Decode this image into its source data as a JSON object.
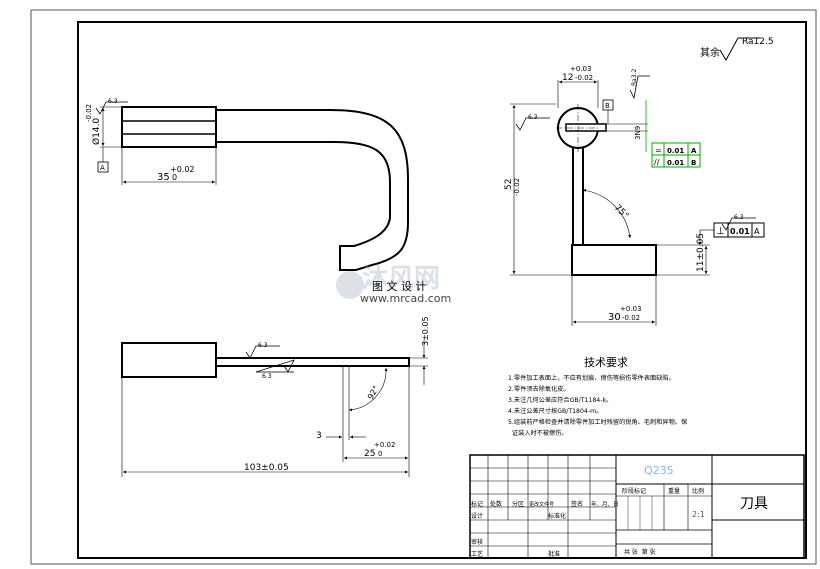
{
  "sheet": {
    "surface_roughness_note": "其余",
    "surface_roughness_value": "Ra12.5"
  },
  "views": {
    "front": {
      "roughness_label": "6.3",
      "dim_diameter": "Ø14.0",
      "dim_diameter_tol": "-0.02",
      "dim_length": "35",
      "dim_length_tol_upper": "+0.02",
      "dim_length_tol_lower": "0",
      "datum_label": "A"
    },
    "side": {
      "roughness_left": "6.3",
      "roughness_top": "Ra3.2",
      "dim_slot_width": "12",
      "dim_slot_width_tol_upper": "+0.03",
      "dim_slot_width_tol_lower": "-0.02",
      "dim_slot_depth": "3N9",
      "datum_b": "B",
      "fcf_rows": [
        {
          "symbol": "=",
          "value": "0.01",
          "datum": "A"
        },
        {
          "symbol": "//",
          "value": "0.01",
          "datum": "B"
        }
      ],
      "dim_height": "52",
      "dim_height_tol": "-0.02",
      "angle": "75°",
      "roughness_right": "6.3",
      "perp_symbol": "⊥",
      "perp_value": "0.01",
      "perp_datum": "A",
      "dim_base_height": "11±0.05",
      "dim_base_width": "30",
      "dim_base_width_tol_upper": "+0.03",
      "dim_base_width_tol_lower": "-0.02"
    },
    "top": {
      "roughness_a": "6.3",
      "roughness_b": "6.3",
      "dim_thickness": "3±0.05",
      "angle": "92°",
      "dim_tip": "3",
      "dim_tip_length": "25",
      "dim_tip_length_tol_upper": "+0.02",
      "dim_tip_length_tol_lower": "0",
      "dim_total": "103±0.05"
    }
  },
  "watermark": {
    "brand": "沐风网",
    "subtitle": "图 文 设 计",
    "url": "www.mrcad.com"
  },
  "technical_requirements": {
    "title": "技术要求",
    "items": [
      "1.零件加工表面上，不应有划痕、擦伤等损伤零件表面缺陷。",
      "2.零件须去除氧化皮。",
      "3.未注几何公差应符合GB/T1184-k。",
      "4.未注公差尺寸按GB/T1804-m。",
      "5.组装前严格检查并清除零件加工时残留的锐角、毛刺和异物。保",
      "  证装入时不被擦伤。"
    ]
  },
  "title_block": {
    "material": "Q235",
    "part_name": "刀具",
    "scale": "2:1",
    "headers": [
      "标记",
      "处数",
      "分区",
      "更改文件号",
      "签名",
      "年、月、日"
    ],
    "stage_mark_label": "阶段标记",
    "weight_label": "重量",
    "scale_label": "比例",
    "design_label": "设计",
    "standardize_label": "标准化",
    "review_label": "审核",
    "process_label": "工艺",
    "approve_label": "批准",
    "sheets_label": "共 张  第 张"
  }
}
